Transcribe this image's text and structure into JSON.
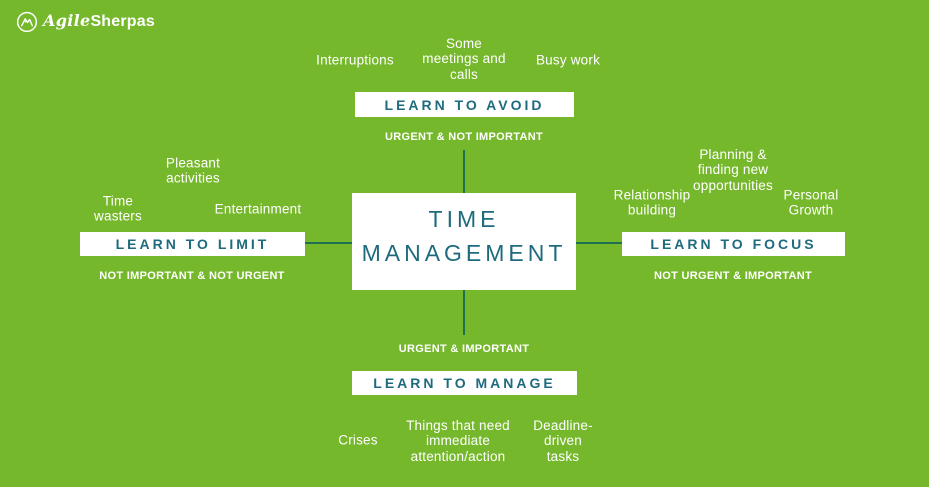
{
  "colors": {
    "background": "#76b82c",
    "box_background": "#ffffff",
    "accent_teal": "#1e6b7e",
    "connector": "#1d7152",
    "text_white": "#ffffff"
  },
  "logo": {
    "icon": "agile-sherpas-mountain-drop-icon",
    "name_script": "Agile",
    "name_bold": "Sherpas"
  },
  "center": {
    "title": "TIME MANAGEMENT"
  },
  "quadrants": {
    "top": {
      "action": "LEARN TO AVOID",
      "tag": "URGENT & NOT IMPORTANT",
      "items": [
        "Interruptions",
        "Some meetings and calls",
        "Busy work"
      ]
    },
    "left": {
      "action": "LEARN TO LIMIT",
      "tag": "NOT IMPORTANT & NOT URGENT",
      "items": [
        "Time wasters",
        "Pleasant activities",
        "Entertainment"
      ]
    },
    "right": {
      "action": "LEARN TO FOCUS",
      "tag": "NOT URGENT & IMPORTANT",
      "items": [
        "Relationship building",
        "Planning & finding new opportunities",
        "Personal Growth"
      ]
    },
    "bottom": {
      "action": "LEARN TO MANAGE",
      "tag": "URGENT & IMPORTANT",
      "items": [
        "Crises",
        "Things that need immediate attention/action",
        "Deadline-driven tasks"
      ]
    }
  }
}
